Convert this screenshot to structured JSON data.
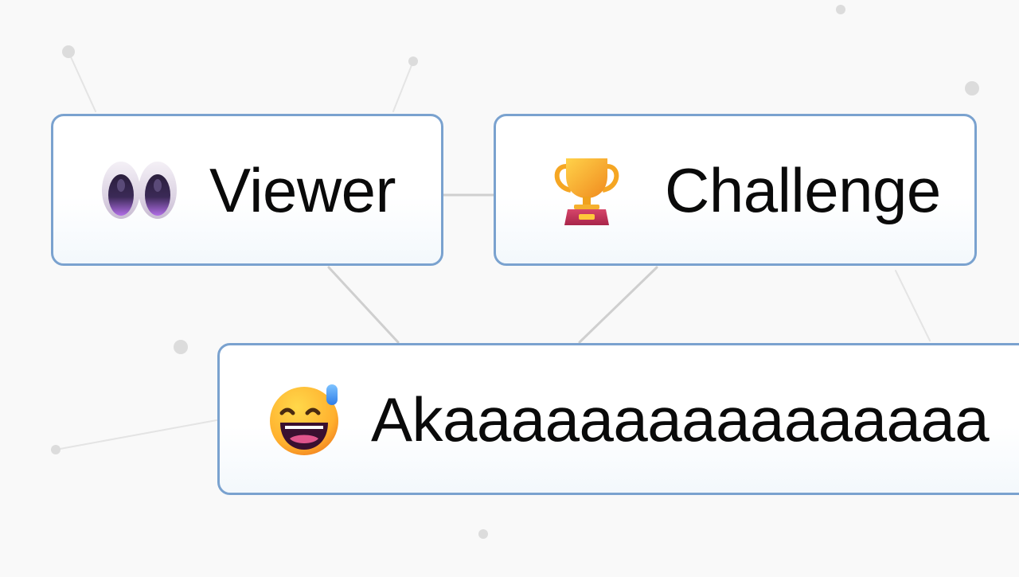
{
  "workspace": {
    "background_color": "#f9f9f9",
    "border_color": "#7aa2cf"
  },
  "elements": {
    "viewer": {
      "icon": "eyes-icon",
      "label": "Viewer"
    },
    "challenge": {
      "icon": "trophy-icon",
      "label": "Challenge"
    },
    "result": {
      "icon": "grinning-face-with-sweat-icon",
      "label": "Akaaaaaaaaaaaaaaaa"
    }
  }
}
